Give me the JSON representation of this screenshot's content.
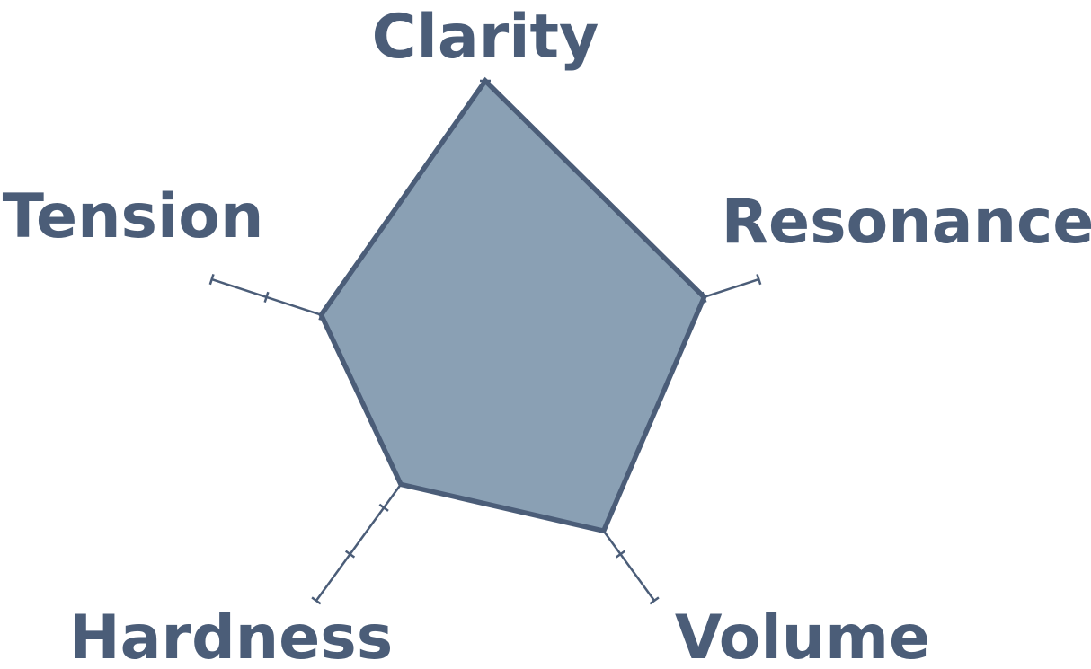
{
  "chart_data": {
    "type": "radar",
    "axes": [
      "Clarity",
      "Resonance",
      "Volume",
      "Hardness",
      "Tension"
    ],
    "series": [
      {
        "values": [
          5,
          4,
          3.5,
          2.5,
          3
        ]
      }
    ],
    "range": [
      0,
      5
    ],
    "ticks": 5,
    "grid": false,
    "legend": "none",
    "colors": {
      "fill": "#8aa0b4",
      "stroke": "#4b5d78",
      "label": "#4b5d78"
    }
  }
}
